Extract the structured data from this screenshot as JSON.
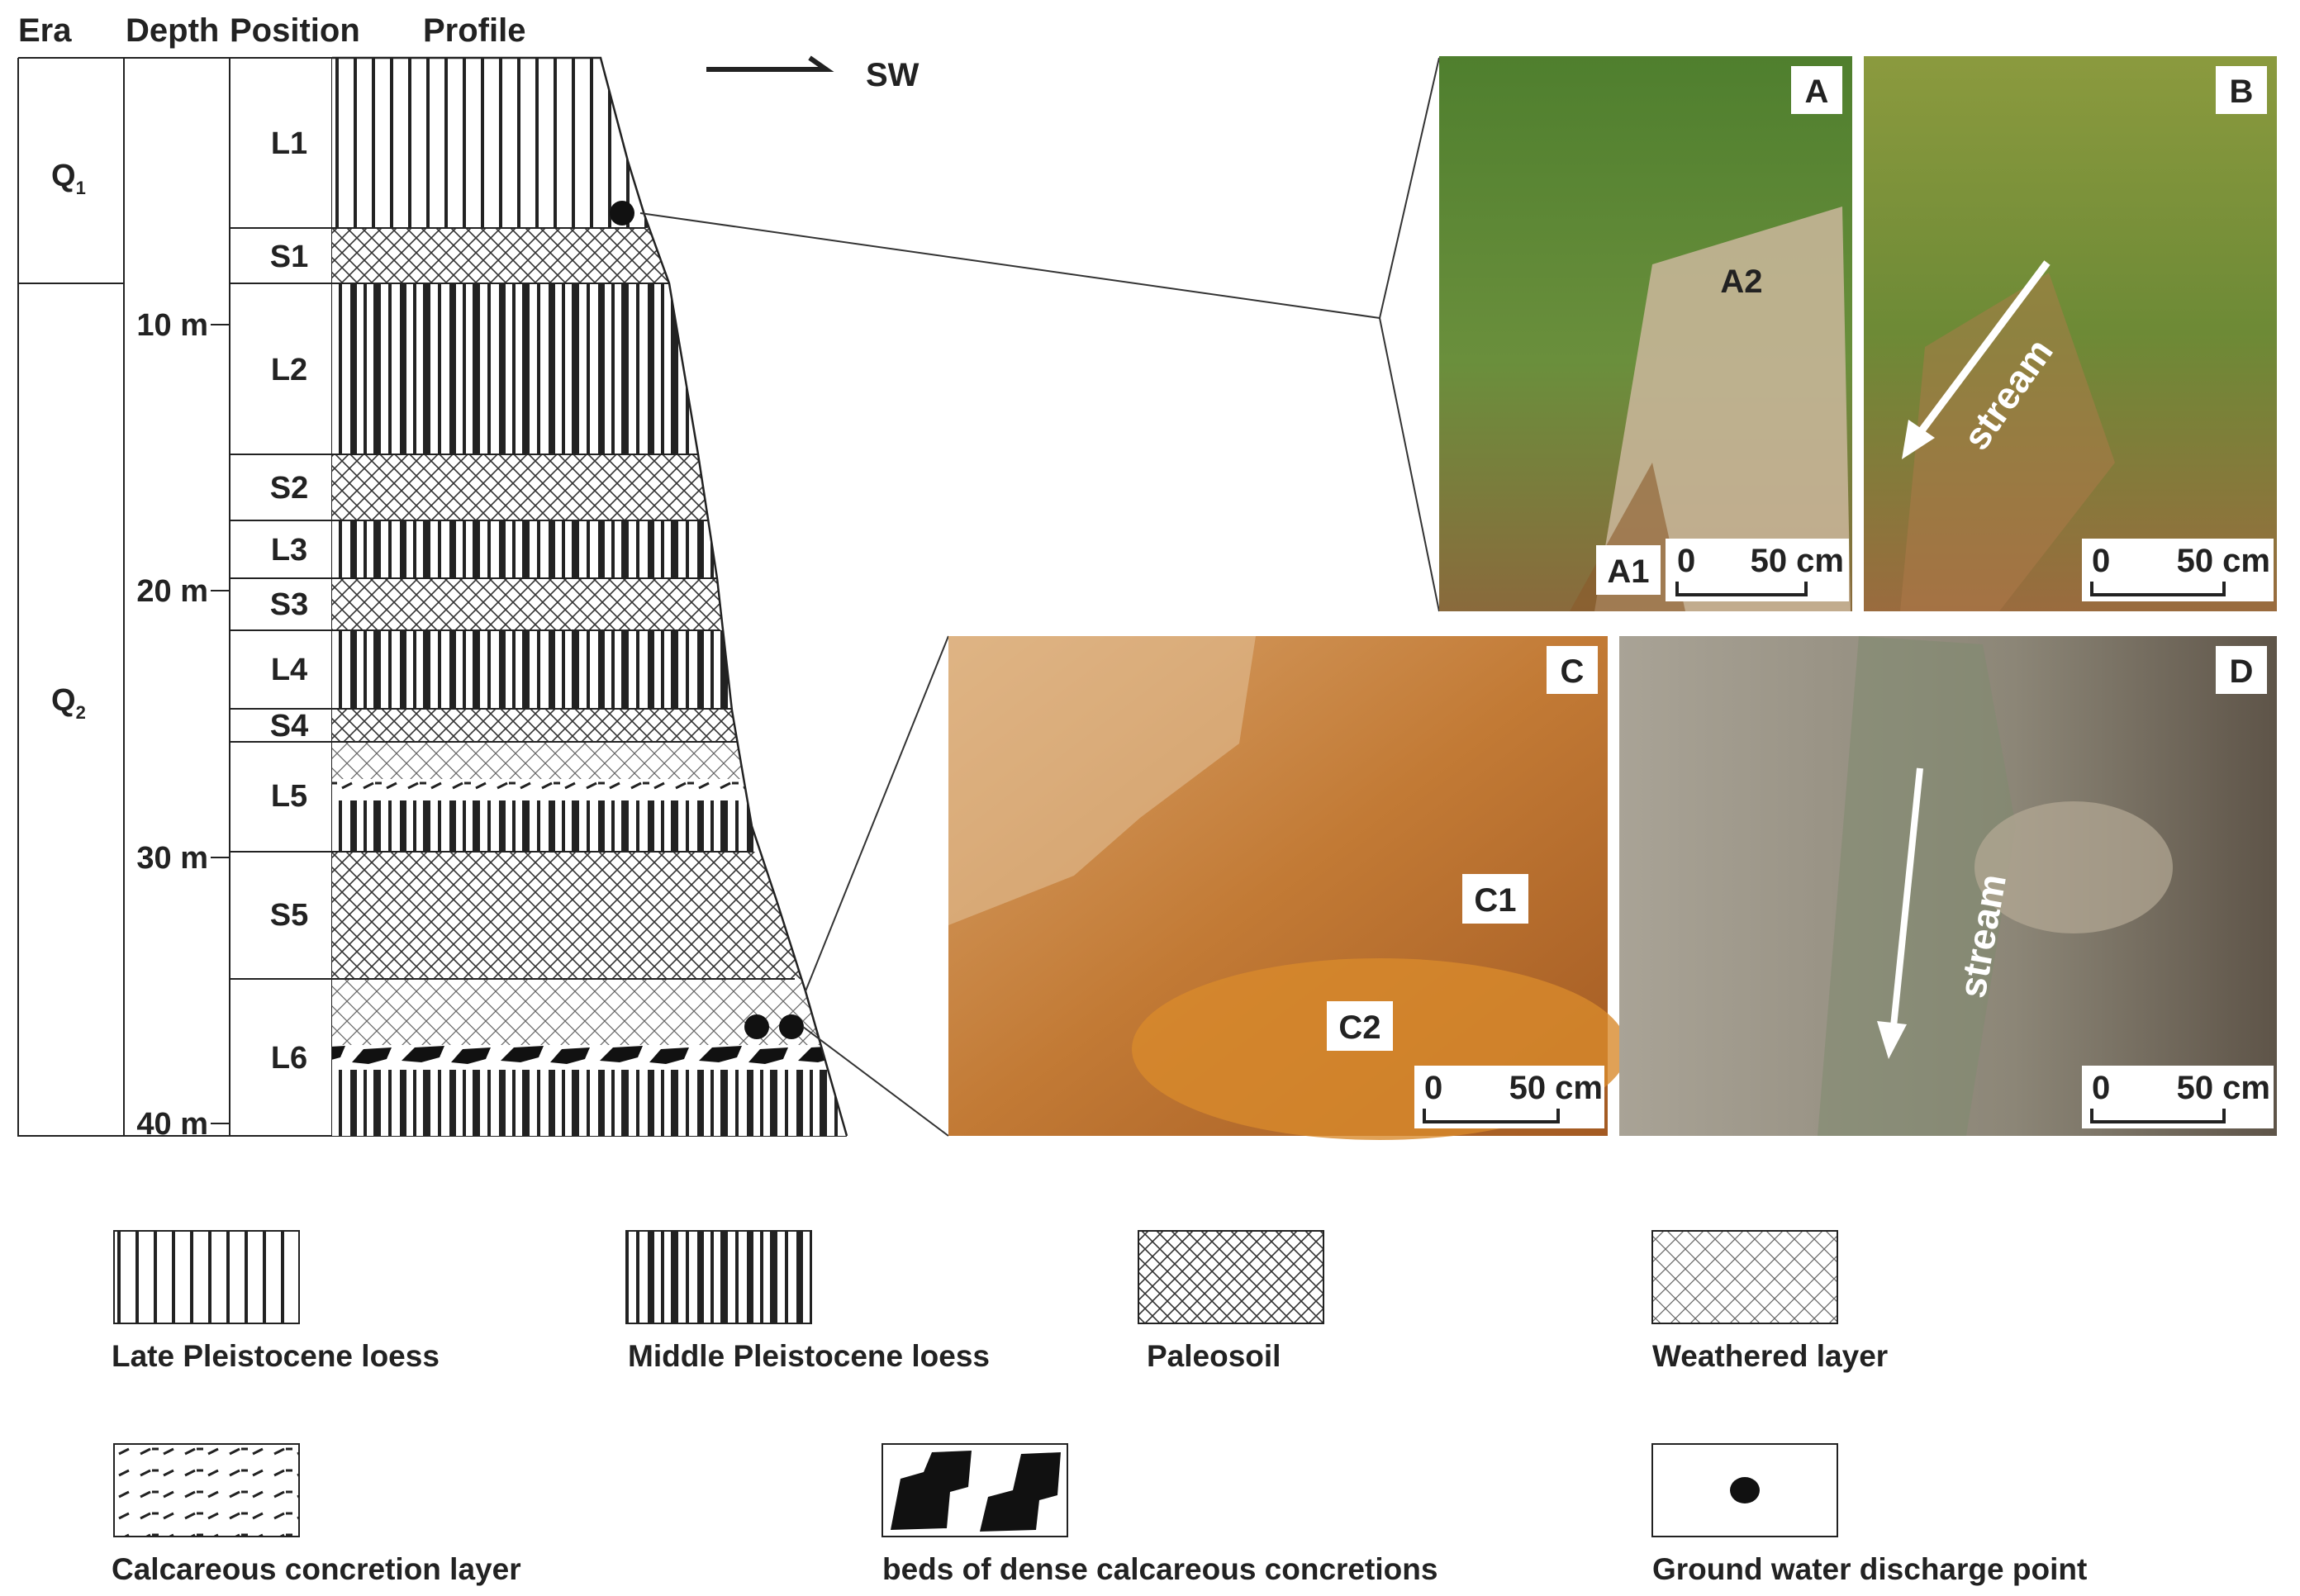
{
  "headers": {
    "era": "Era",
    "depth": "Depth",
    "position": "Position",
    "profile": "Profile"
  },
  "direction": "SW",
  "eras": [
    {
      "main": "Q",
      "sub": "1"
    },
    {
      "main": "Q",
      "sub": "2"
    }
  ],
  "depth_ticks": [
    "10 m",
    "20 m",
    "30 m",
    "40 m"
  ],
  "layers": [
    {
      "label": "L1",
      "fill": "late-loess"
    },
    {
      "label": "S1",
      "fill": "paleosoil"
    },
    {
      "label": "L2",
      "fill": "middle-loess"
    },
    {
      "label": "S2",
      "fill": "paleosoil"
    },
    {
      "label": "L3",
      "fill": "middle-loess"
    },
    {
      "label": "S3",
      "fill": "paleosoil"
    },
    {
      "label": "L4",
      "fill": "middle-loess"
    },
    {
      "label": "S4",
      "fill": "paleosoil"
    },
    {
      "label": "L5",
      "fill": "weathered / calcareous concretions / middle-loess"
    },
    {
      "label": "S5",
      "fill": "paleosoil"
    },
    {
      "label": "L6",
      "fill": "weathered / dense concretions / middle-loess"
    }
  ],
  "photos": {
    "A": {
      "tag": "A",
      "marks": [
        "A2",
        "A1"
      ],
      "scale_zero": "0",
      "scale_label": "50 cm"
    },
    "B": {
      "tag": "B",
      "stream": "stream",
      "scale_zero": "0",
      "scale_label": "50 cm"
    },
    "C": {
      "tag": "C",
      "marks": [
        "C1",
        "C2"
      ],
      "scale_zero": "0",
      "scale_label": "50 cm"
    },
    "D": {
      "tag": "D",
      "stream": "stream",
      "scale_zero": "0",
      "scale_label": "50 cm"
    }
  },
  "legend": [
    {
      "key": "late-loess",
      "label": "Late Pleistocene loess"
    },
    {
      "key": "middle-loess",
      "label": "Middle Pleistocene loess"
    },
    {
      "key": "paleosoil",
      "label": "Paleosoil"
    },
    {
      "key": "weathered",
      "label": "Weathered layer"
    },
    {
      "key": "calcareous",
      "label": "Calcareous concretion layer"
    },
    {
      "key": "dense",
      "label": "beds of dense calcareous concretions"
    },
    {
      "key": "discharge",
      "label": "Ground water discharge point"
    }
  ],
  "colors": {
    "line": "#222222",
    "water_point": "#111111",
    "photo_a": "#5e8a3a",
    "photo_c": "#c0702e",
    "photo_d": "#8f8574"
  }
}
